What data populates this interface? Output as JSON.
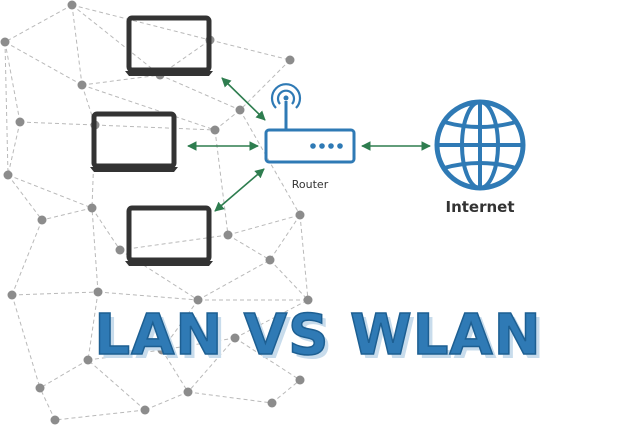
{
  "router_label": "Router",
  "internet_label": "Internet",
  "headline": "LAN VS WLAN",
  "devices": [
    "laptop",
    "laptop",
    "laptop"
  ],
  "icons": [
    "laptop-icon",
    "router-icon",
    "wifi-signal-icon",
    "globe-icon",
    "arrow-icon"
  ],
  "colors": {
    "accent_blue": "#2f7ab5",
    "link_green": "#2e7d4f",
    "laptop": "#333333",
    "mesh": "#b9b9b9"
  }
}
